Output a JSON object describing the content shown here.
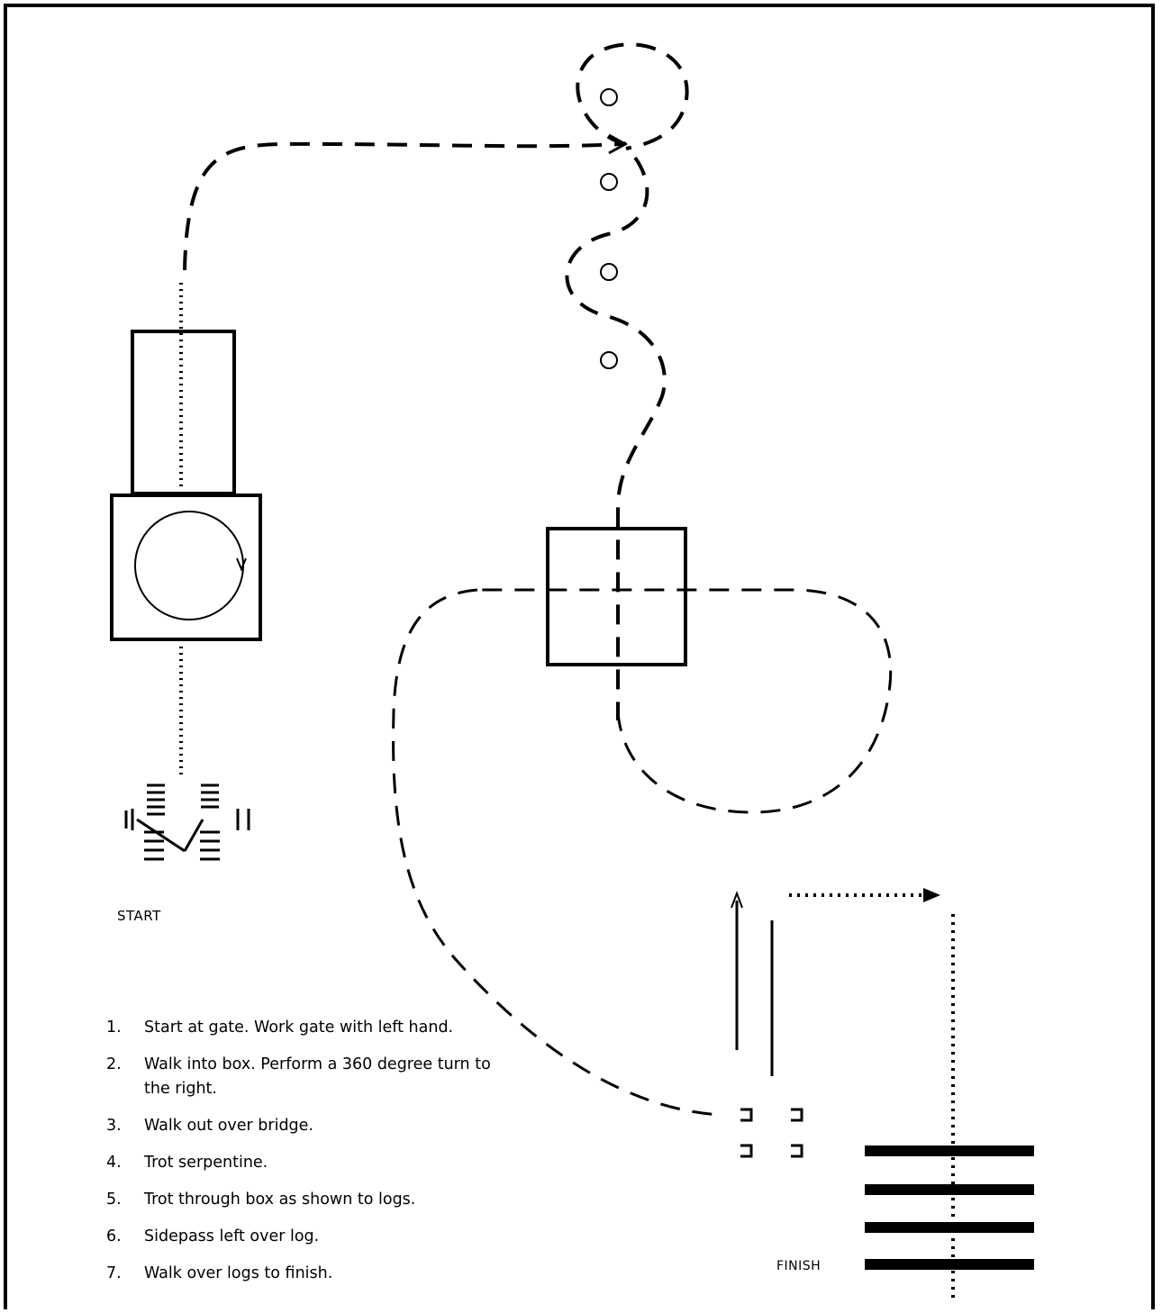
{
  "labels": {
    "start": "START",
    "finish": "FINISH"
  },
  "steps": [
    {
      "num": "1.",
      "text": "Start at gate. Work gate with left hand."
    },
    {
      "num": "2.",
      "text": "Walk into box. Perform a 360 degree turn to the right."
    },
    {
      "num": "3.",
      "text": "Walk out over bridge."
    },
    {
      "num": "4.",
      "text": "Trot serpentine."
    },
    {
      "num": "5.",
      "text": "Trot through box as shown to logs."
    },
    {
      "num": "6.",
      "text": "Sidepass left over log."
    },
    {
      "num": "7.",
      "text": "Walk over logs to finish."
    }
  ],
  "colors": {
    "ink": "#000000",
    "background": "#ffffff"
  }
}
